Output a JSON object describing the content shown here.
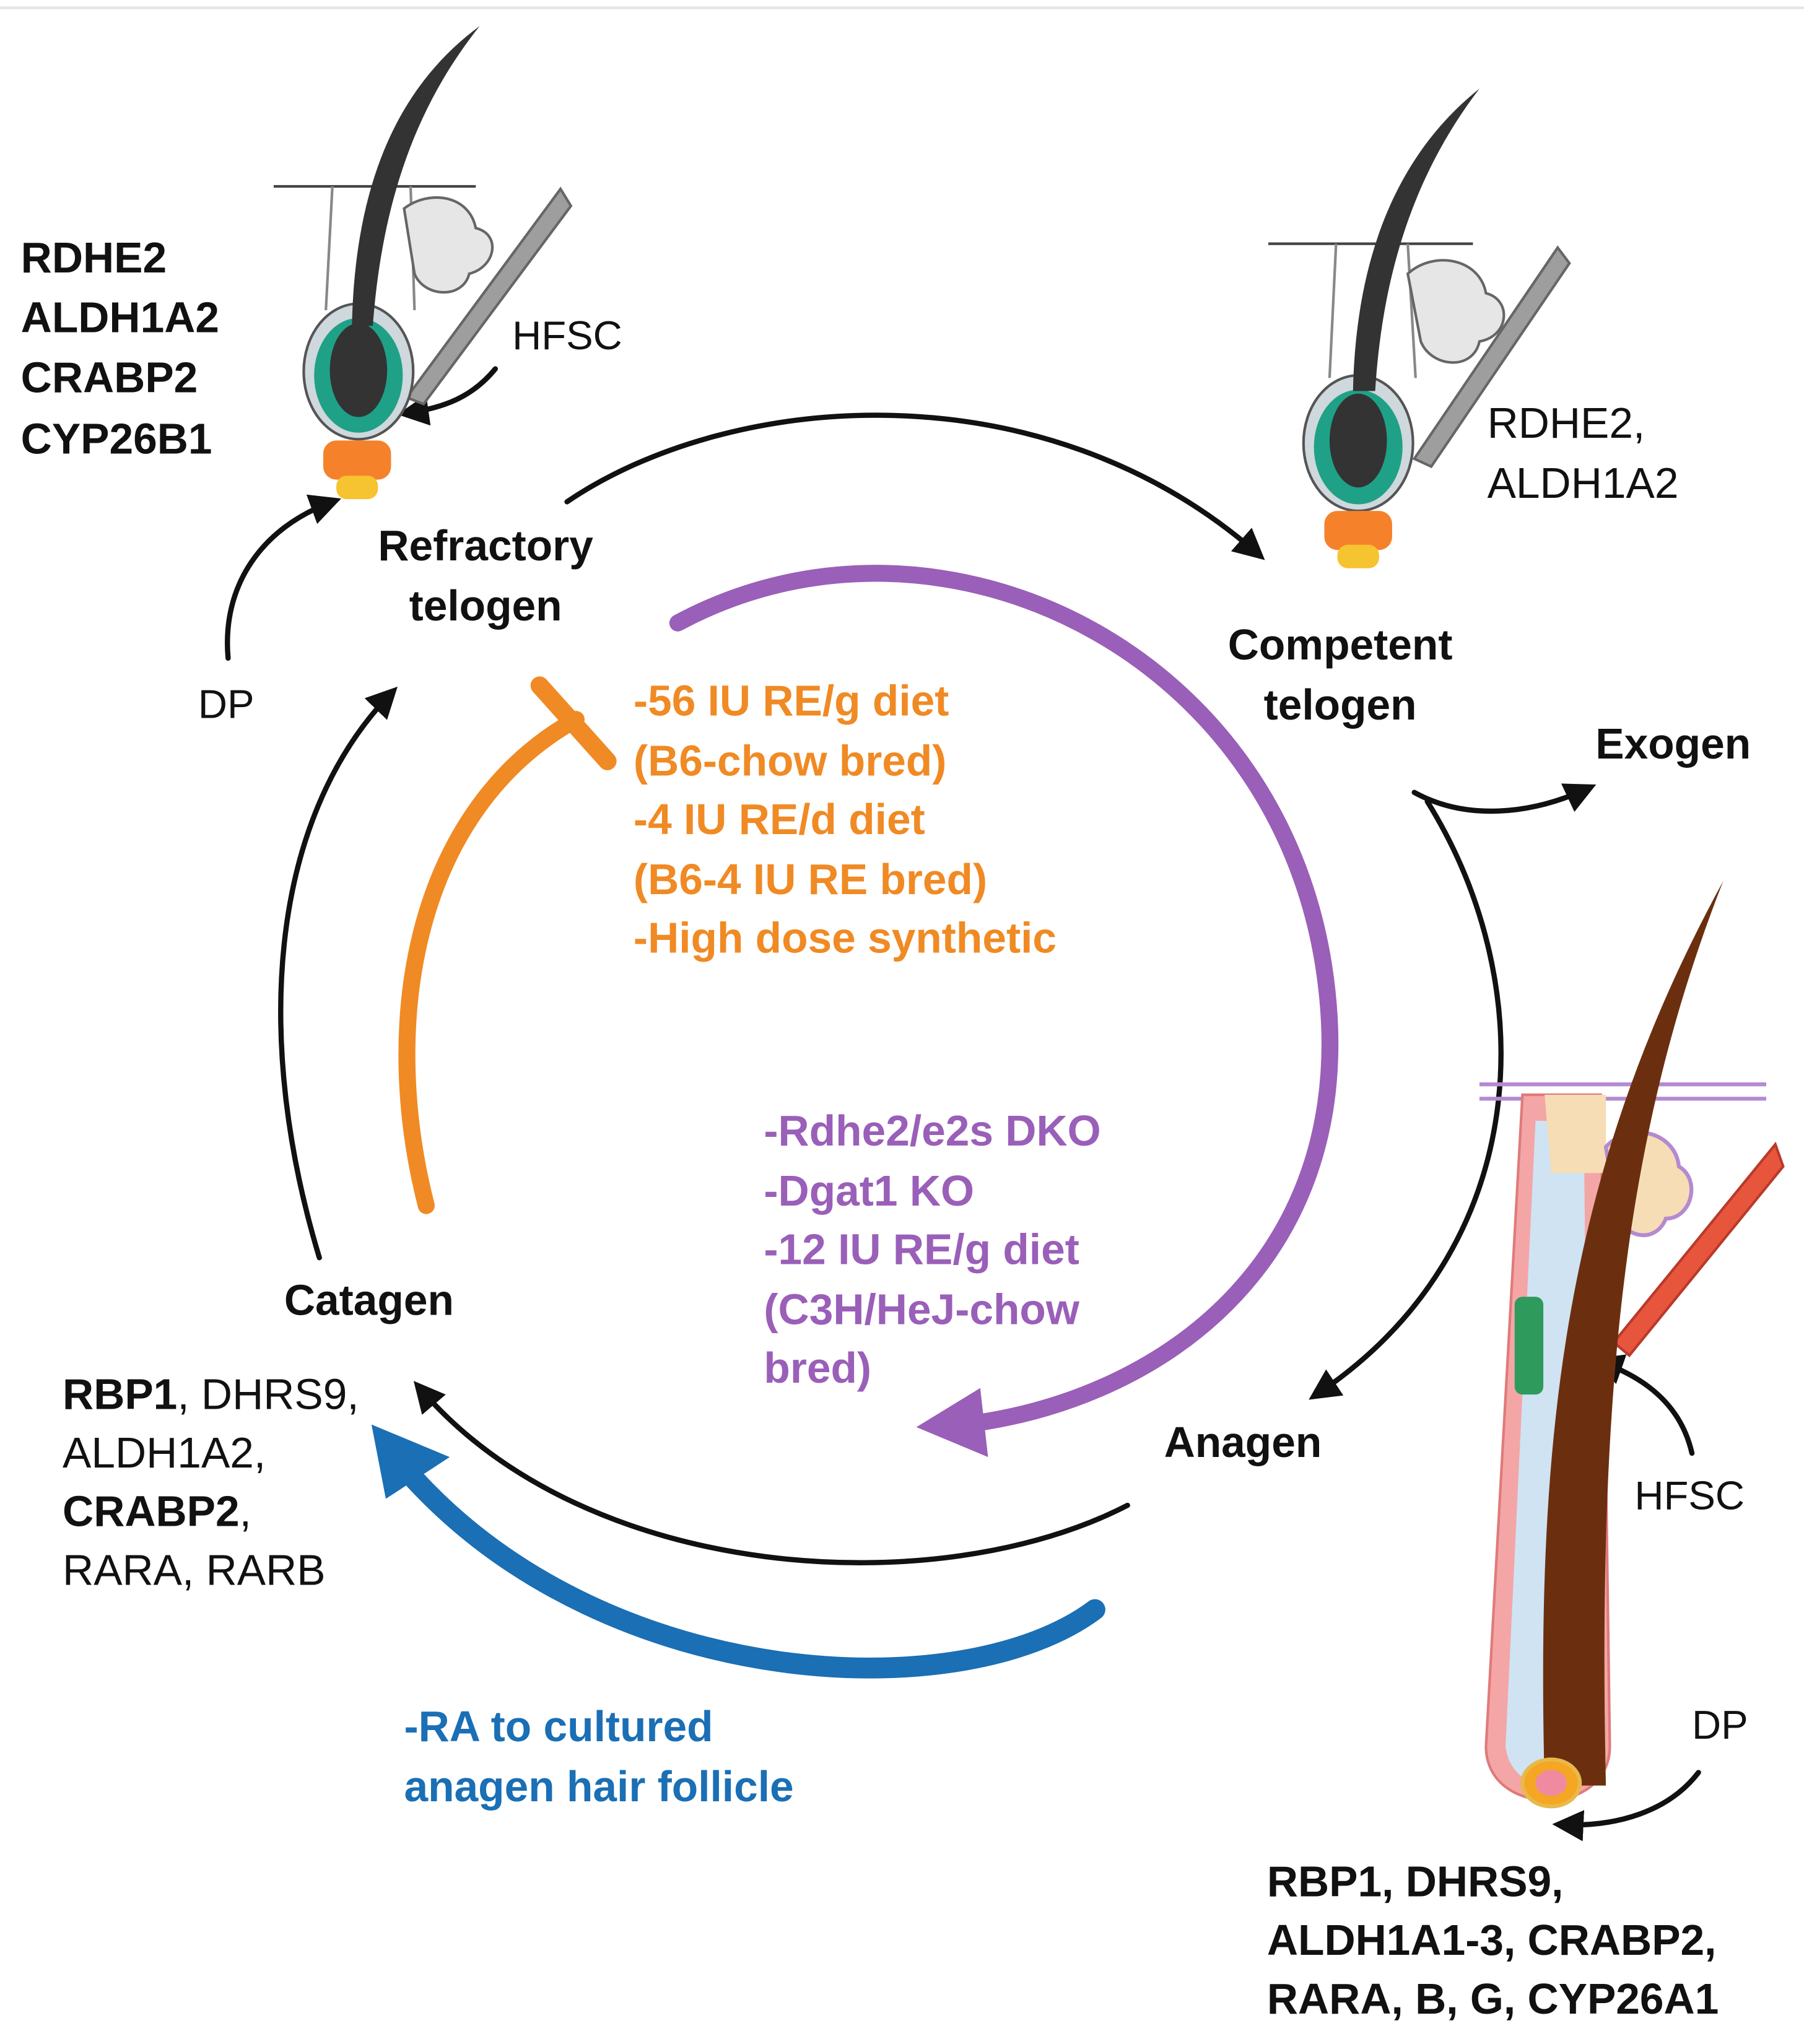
{
  "stages": {
    "refractory_telogen": [
      "Refractory",
      "telogen"
    ],
    "competent_telogen": [
      "Competent",
      "telogen"
    ],
    "anagen": "Anagen",
    "catagen": "Catagen",
    "exogen": "Exogen"
  },
  "follicle_labels": {
    "hfsc_top": "HFSC",
    "dp_left": "DP",
    "hfsc_anagen": "HFSC",
    "dp_anagen": "DP"
  },
  "gene_lists": {
    "refractory": [
      "RDHE2",
      "ALDH1A2",
      "CRABP2",
      "CYP26B1"
    ],
    "competent": [
      "RDHE2,",
      "ALDH1A2"
    ],
    "catagen": [
      [
        {
          "text": "RBP1",
          "bold": true
        },
        {
          "text": ", DHRS9,",
          "bold": false
        }
      ],
      [
        {
          "text": "ALDH1A2,",
          "bold": false
        }
      ],
      [
        {
          "text": "CRABP2",
          "bold": true
        },
        {
          "text": ",",
          "bold": false
        }
      ],
      [
        {
          "text": "RARA, RARB",
          "bold": false
        }
      ]
    ],
    "anagen": [
      "RBP1, DHRS9,",
      "ALDH1A1-3, CRABP2,",
      "RARA, B, G, CYP26A1"
    ]
  },
  "interventions": {
    "orange": [
      "-56 IU RE/g diet",
      "(B6-chow bred)",
      "-4 IU RE/d diet",
      "(B6-4 IU RE bred)",
      "-High dose synthetic"
    ],
    "purple": [
      "-Rdhe2/e2s DKO",
      "-Dgat1 KO",
      "-12 IU RE/g diet",
      "(C3H/HeJ-chow",
      "bred)"
    ],
    "blue": [
      "-RA to cultured",
      "anagen hair follicle"
    ]
  },
  "colors": {
    "orange": "#f08a24",
    "purple": "#9a5fb8",
    "blue": "#1a6fb5",
    "arrow": "#111111"
  }
}
